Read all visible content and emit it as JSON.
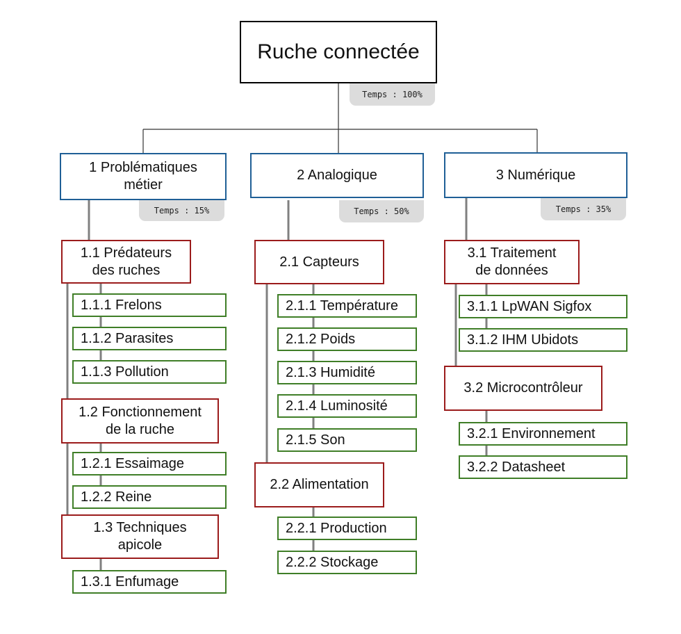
{
  "root": {
    "label": "Ruche connectée",
    "time": "Temps : 100%"
  },
  "branches": [
    {
      "label": "1 Problématiques\nmétier",
      "time": "Temps : 15%",
      "groups": [
        {
          "label": "1.1 Prédateurs\ndes ruches",
          "items": [
            "1.1.1 Frelons",
            "1.1.2 Parasites",
            "1.1.3 Pollution"
          ]
        },
        {
          "label": "1.2 Fonctionnement\nde la ruche",
          "items": [
            "1.2.1 Essaimage",
            "1.2.2 Reine"
          ]
        },
        {
          "label": "1.3 Techniques\napicole",
          "items": [
            "1.3.1 Enfumage"
          ]
        }
      ]
    },
    {
      "label": "2 Analogique",
      "time": "Temps : 50%",
      "groups": [
        {
          "label": "2.1 Capteurs",
          "items": [
            "2.1.1 Température",
            "2.1.2 Poids",
            "2.1.3 Humidité",
            "2.1.4 Luminosité",
            "2.1.5 Son"
          ]
        },
        {
          "label": "2.2 Alimentation",
          "items": [
            "2.2.1 Production",
            "2.2.2 Stockage"
          ]
        }
      ]
    },
    {
      "label": "3 Numérique",
      "time": "Temps : 35%",
      "groups": [
        {
          "label": "3.1 Traitement\nde données",
          "items": [
            "3.1.1 LpWAN Sigfox",
            "3.1.2 IHM Ubidots"
          ]
        },
        {
          "label": "3.2 Microcontrôleur",
          "items": [
            "3.2.1 Environnement",
            "3.2.2 Datasheet"
          ]
        }
      ]
    }
  ]
}
